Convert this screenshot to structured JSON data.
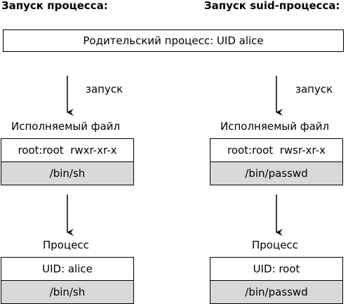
{
  "headings": {
    "left": "Запуск процесса:",
    "right": "Запуск suid-процесса:"
  },
  "parent": {
    "label": "Родительский процесс: UID alice"
  },
  "columns": [
    {
      "arrow1_label": "запуск",
      "file_caption": "Исполняемый файл",
      "file_perms": "root:root  rwxr-xr-x",
      "file_path": "/bin/sh",
      "process_caption": "Процесс",
      "process_uid": "UID: alice",
      "process_path": "/bin/sh"
    },
    {
      "arrow1_label": "запуск",
      "file_caption": "Исполняемый файл",
      "file_perms": "root:root  rwsr-xr-x",
      "file_path": "/bin/passwd",
      "process_caption": "Процесс",
      "process_uid": "UID: root",
      "process_path": "/bin/passwd"
    }
  ],
  "colors": {
    "path_fill": "#d9d9d9",
    "stroke": "#000000"
  }
}
